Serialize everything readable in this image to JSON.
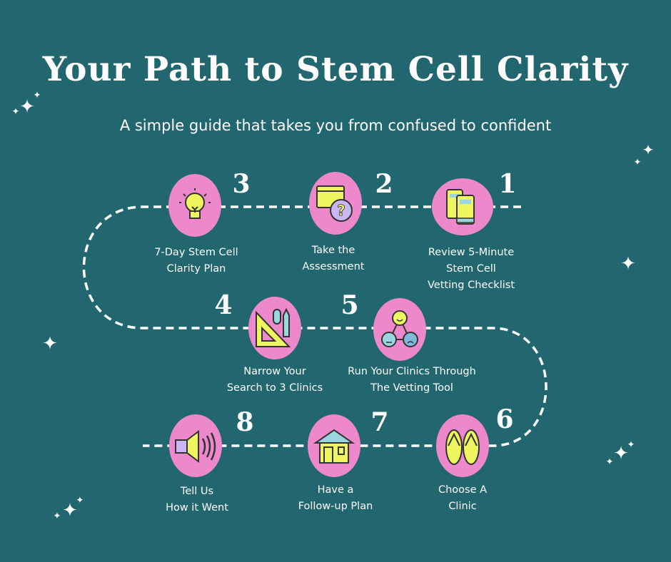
{
  "header": {
    "title": "Your Path to Stem Cell Clarity",
    "subtitle": "A simple guide that takes you from confused to confident"
  },
  "colors": {
    "background": "#22666f",
    "blob": "#ee88cc",
    "accent_yellow": "#eef55f",
    "accent_blue": "#9ad6df",
    "accent_purple": "#c8b6f5"
  },
  "steps": [
    {
      "number": "1",
      "icon": "books-icon",
      "label": [
        "Review 5-Minute",
        "Stem Cell",
        "Vetting Checklist"
      ]
    },
    {
      "number": "2",
      "icon": "question-window-icon",
      "label": [
        "Take the",
        "Assessment"
      ]
    },
    {
      "number": "3",
      "icon": "lightbulb-icon",
      "label": [
        "7-Day Stem Cell",
        "Clarity Plan"
      ]
    },
    {
      "number": "4",
      "icon": "ruler-pencil-icon",
      "label": [
        "Narrow Your",
        "Search to 3 Clinics"
      ]
    },
    {
      "number": "5",
      "icon": "faces-network-icon",
      "label": [
        "Run Your Clinics Through",
        "The Vetting Tool"
      ]
    },
    {
      "number": "6",
      "icon": "flip-flops-icon",
      "label": [
        "Choose A",
        "Clinic"
      ]
    },
    {
      "number": "7",
      "icon": "house-icon",
      "label": [
        "Have a",
        "Follow-up Plan"
      ]
    },
    {
      "number": "8",
      "icon": "speaker-icon",
      "label": [
        "Tell Us",
        "How it Went"
      ]
    }
  ]
}
